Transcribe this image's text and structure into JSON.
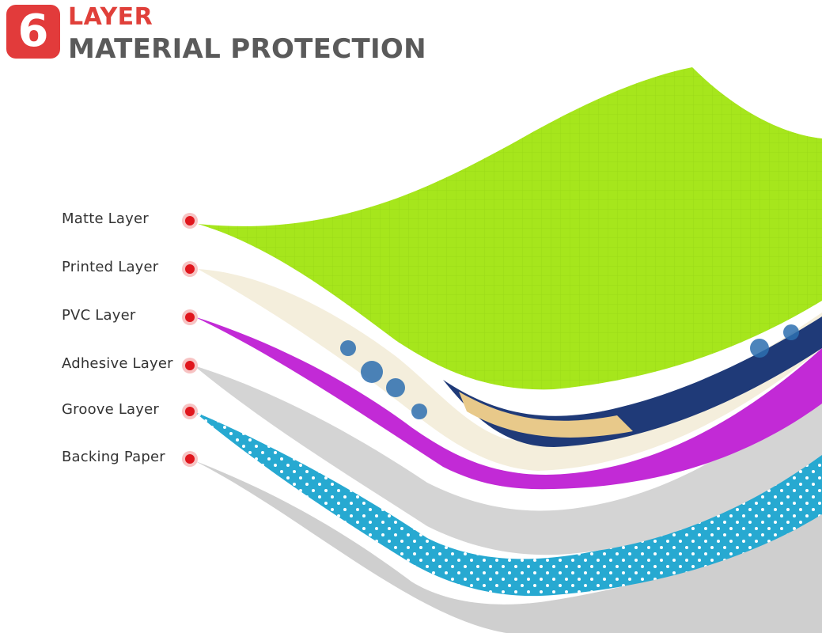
{
  "header": {
    "badge_number": "6",
    "title_line1": "LAYER",
    "title_line2": "MATERIAL PROTECTION",
    "badge_color": "#e23b3b",
    "title_line1_color": "#e0403a",
    "title_line2_color": "#5a5a5a"
  },
  "layers": [
    {
      "label": "Matte Layer",
      "color": "#a6e61c"
    },
    {
      "label": "Printed Layer",
      "color": "#f4eedc"
    },
    {
      "label": "PVC Layer",
      "color": "#c22ad6"
    },
    {
      "label": "Adhesive Layer",
      "color": "#d2d2d2"
    },
    {
      "label": "Groove Layer",
      "color": "#27a9d1"
    },
    {
      "label": "Backing Paper",
      "color": "#d0d0d0"
    }
  ],
  "marker_color": "#e0161d"
}
